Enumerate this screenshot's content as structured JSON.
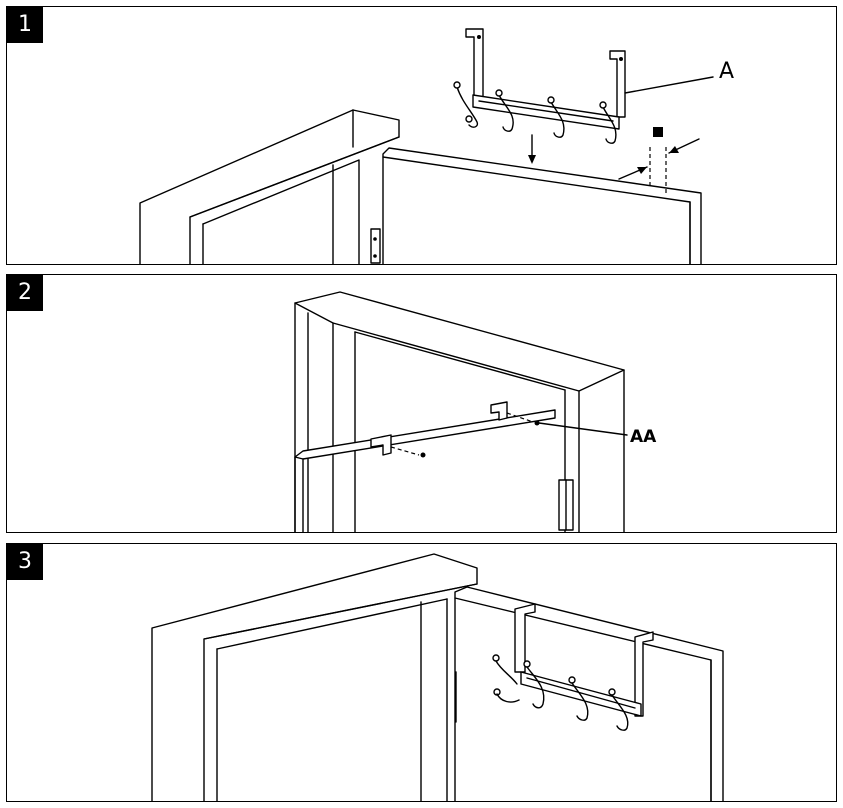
{
  "steps": [
    {
      "number": "1",
      "callout": "A"
    },
    {
      "number": "2",
      "callout": "AA"
    },
    {
      "number": "3"
    }
  ]
}
